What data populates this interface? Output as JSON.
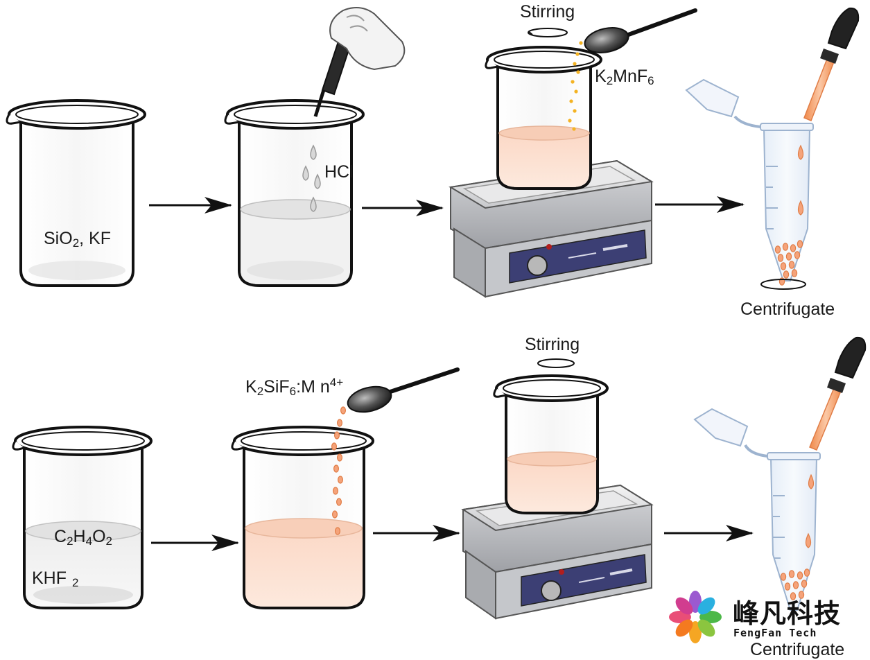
{
  "labels": {
    "top_beaker1": {
      "a": "SiO",
      "a_sub": "2",
      "b": ", KF"
    },
    "top_hcl": "HCl",
    "top_stirring": "Stirring",
    "top_k2mnf6": {
      "a": "K",
      "a_sub": "2",
      "b": "MnF",
      "b_sub": "6"
    },
    "top_centrifugate": "Centrifugate",
    "bot_c2h4o2": {
      "a": "C",
      "a_sub": "2",
      "b": "H",
      "b_sub": "4",
      "c": "O",
      "c_sub": "2"
    },
    "bot_khf2": {
      "a": "KHF",
      "a_sub": "2"
    },
    "bot_phosphor": {
      "a": "K",
      "a_sub": "2",
      "b": "SiF",
      "b_sub": "6",
      "c": ":M n",
      "c_sup": "4+"
    },
    "bot_stirring": "Stirring",
    "bot_centrifugate": "Centrifugate"
  },
  "watermark": {
    "brand_cn": "峰凡科技",
    "brand_en": "FengFan Tech"
  },
  "colors": {
    "pink_liquid": "#fde1d2",
    "orange_particle": "#f08a4b",
    "gold_particle": "#f4b323",
    "plate_base": "#c9cbce",
    "plate_panel": "#3c3f74"
  }
}
